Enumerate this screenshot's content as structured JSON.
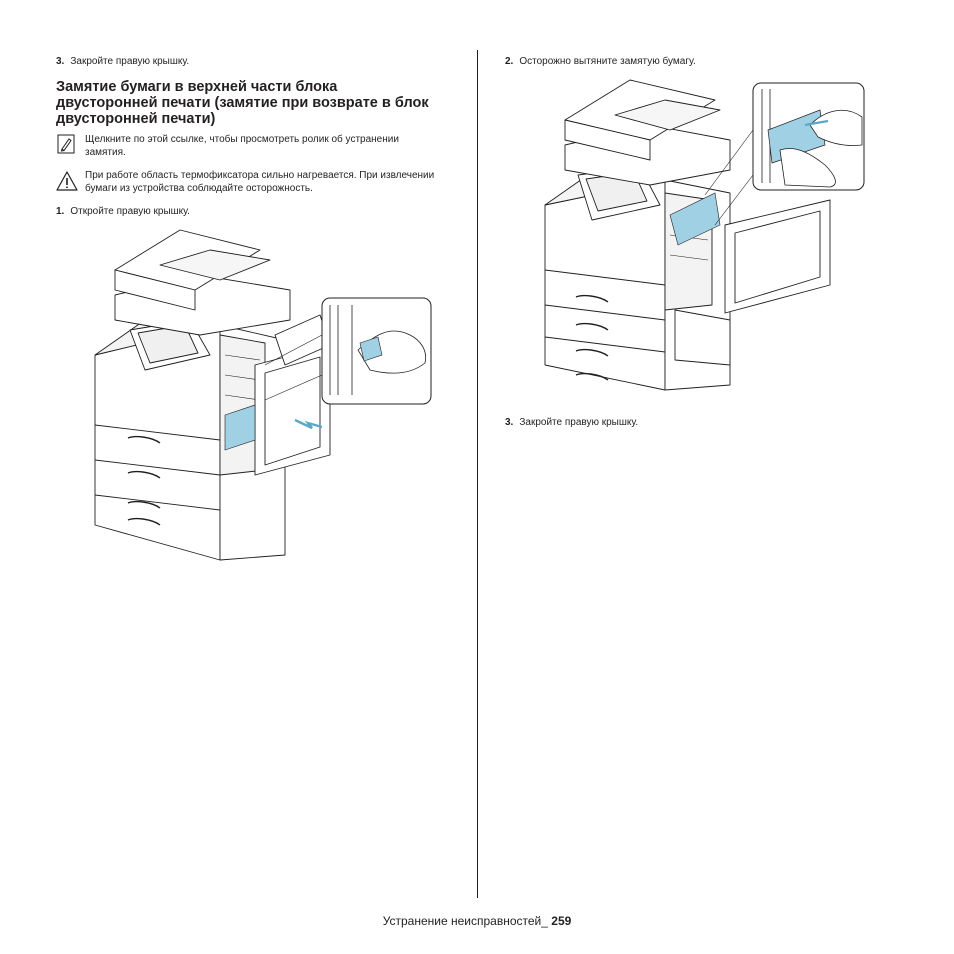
{
  "left_column": {
    "step_top": {
      "number": "3.",
      "text": "Закройте правую крышку."
    },
    "heading": "Замятие бумаги в верхней части блока двусторонней печати (замятие при возврате в блок двусторонней печати)",
    "video_note": "Щелкните по этой ссылке, чтобы просмотреть ролик об устранении замятия.",
    "warning_note": "При работе область термофиксатора сильно нагревается. При извлечении бумаги из устройства соблюдайте осторожность.",
    "step_1": {
      "number": "1.",
      "text": "Откройте правую крышку."
    }
  },
  "right_column": {
    "step_2": {
      "number": "2.",
      "text": "Осторожно вытяните замятую бумагу."
    },
    "step_3": {
      "number": "3.",
      "text": "Закройте правую крышку."
    }
  },
  "footer": {
    "section": "Устранение неисправностей_",
    "page": "259"
  },
  "colors": {
    "text": "#231f20",
    "jam_paper": "#9fd0e3",
    "arrow": "#5aa9c8"
  },
  "icons": [
    "video-note-icon",
    "warning-icon",
    "printer-illustration"
  ]
}
